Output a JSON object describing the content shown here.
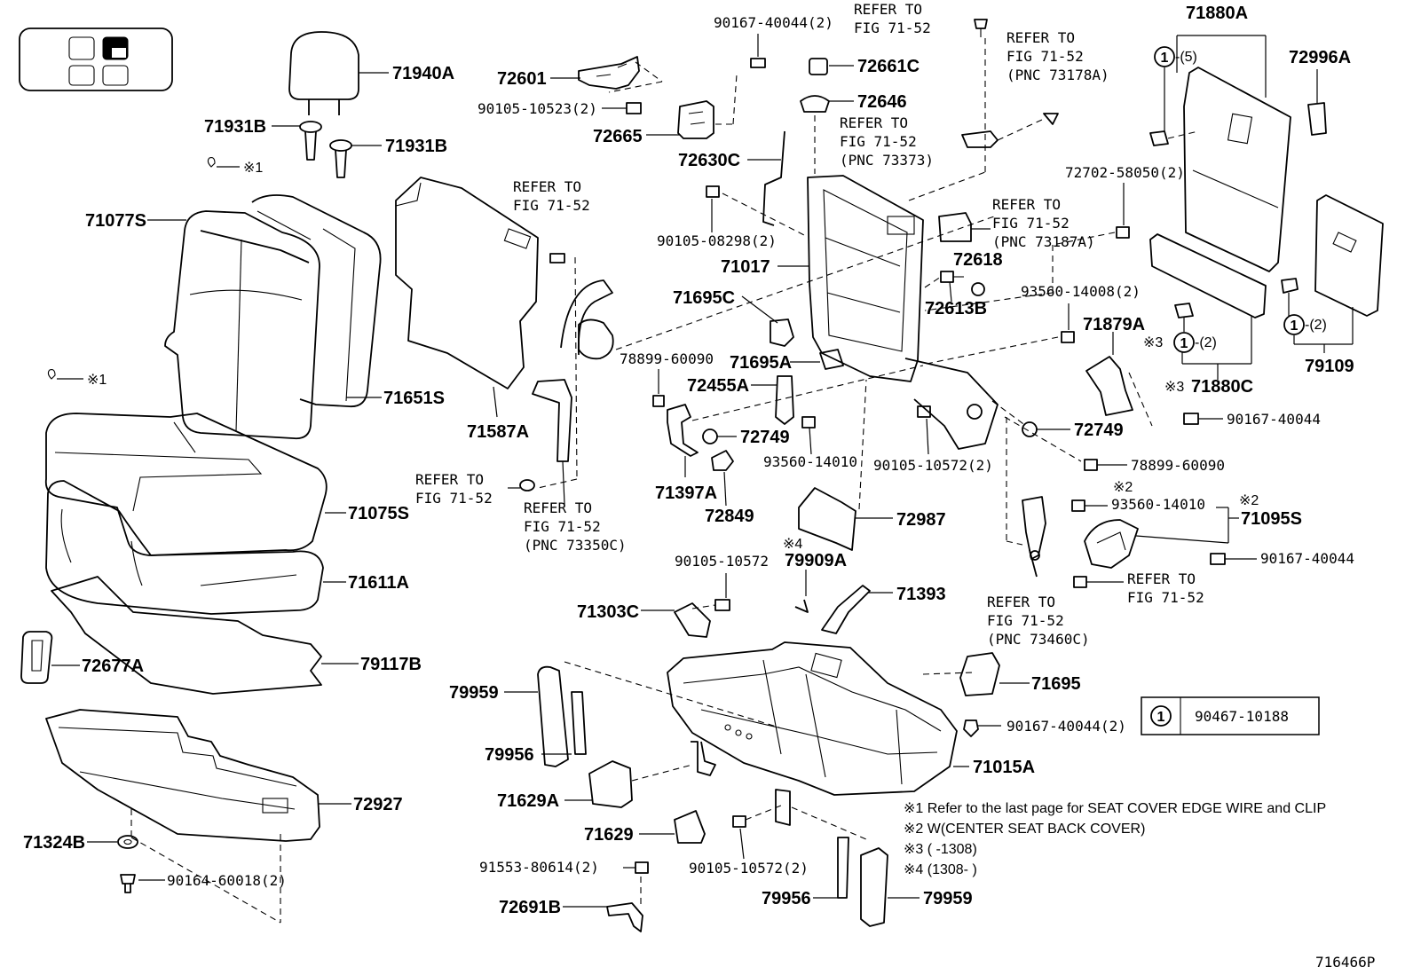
{
  "diagram_id": "716466P",
  "legend": {
    "symbol": "1",
    "part_number": "90467-10188"
  },
  "notes": [
    "※1 Refer to the last page for SEAT COVER EDGE WIRE and CLIP",
    "※2 W(CENTER SEAT BACK COVER)",
    "※3 (      -1308)",
    "※4 (1308-      )"
  ],
  "labels": {
    "p71940A": "71940A",
    "p71931B_a": "71931B",
    "p71931B_b": "71931B",
    "mark1_a": "※1",
    "mark1_b": "※1",
    "p71077S": "71077S",
    "p71651S": "71651S",
    "p71075S": "71075S",
    "p71611A": "71611A",
    "p72677A": "72677A",
    "p79117B": "79117B",
    "p72927": "72927",
    "p71324B": "71324B",
    "p90164": "90164-60018(2)",
    "p71587A": "71587A",
    "p72601": "72601",
    "p90105_10523": "90105-10523(2)",
    "p72665": "72665",
    "p90167_top": "90167-40044(2)",
    "p72661C": "72661C",
    "p72646": "72646",
    "p72630C": "72630C",
    "p90105_08298": "90105-08298(2)",
    "p71017": "71017",
    "p71695C": "71695C",
    "p71695A": "71695A",
    "p78899_a": "78899-60090",
    "p72455A": "72455A",
    "p72749_a": "72749",
    "p93560_14010_a": "93560-14010",
    "p71397A": "71397A",
    "p72849": "72849",
    "p72618": "72618",
    "p72613B": "72613B",
    "p93560_14008": "93560-14008(2)",
    "p71879A": "71879A",
    "p90105_10572_b": "90105-10572(2)",
    "p72749_b": "72749",
    "p72702": "72702-58050(2)",
    "p71880A": "71880A",
    "p72996A": "72996A",
    "p71880C": "71880C",
    "p79109": "79109",
    "p90167_r1": "90167-40044",
    "p78899_b": "78899-60090",
    "p93560_14010_b": "93560-14010",
    "p71095S": "71095S",
    "p90167_r2": "90167-40044",
    "p72987": "72987",
    "p79909A": "79909A",
    "p90105_10572_a": "90105-10572",
    "p71303C": "71303C",
    "p71393": "71393",
    "p71695": "71695",
    "p90167_r3": "90167-40044(2)",
    "p71015A": "71015A",
    "p79959_a": "79959",
    "p79956_a": "79956",
    "p71629A": "71629A",
    "p71629": "71629",
    "p90105_10572_c": "90105-10572(2)",
    "p91553": "91553-80614(2)",
    "p72691B": "72691B",
    "p79956_b": "79956",
    "p79959_b": "79959",
    "m3_a": "※3",
    "m3_b": "※3",
    "m2_a": "※2",
    "m2_b": "※2",
    "m4": "※4",
    "c_5": "-(5)",
    "c_2a": "-(2)",
    "c_2b": "-(2)"
  },
  "refers": {
    "r_top_center": [
      "REFER TO",
      "FIG 71-52"
    ],
    "r_73178A": [
      "REFER TO",
      "FIG 71-52",
      "(PNC 73178A)"
    ],
    "r_73373": [
      "REFER TO",
      "FIG 71-52",
      "(PNC 73373)"
    ],
    "r_73187A": [
      "REFER TO",
      "FIG 71-52",
      "(PNC 73187A)"
    ],
    "r_belt_top": [
      "REFER TO",
      "FIG 71-52"
    ],
    "r_belt_left": [
      "REFER TO",
      "FIG 71-52"
    ],
    "r_73350C": [
      "REFER TO",
      "FIG 71-52",
      "(PNC 73350C)"
    ],
    "r_73460C": [
      "REFER TO",
      "FIG 71-52",
      "(PNC 73460C)"
    ],
    "r_right": [
      "REFER TO",
      "FIG 71-52"
    ]
  }
}
